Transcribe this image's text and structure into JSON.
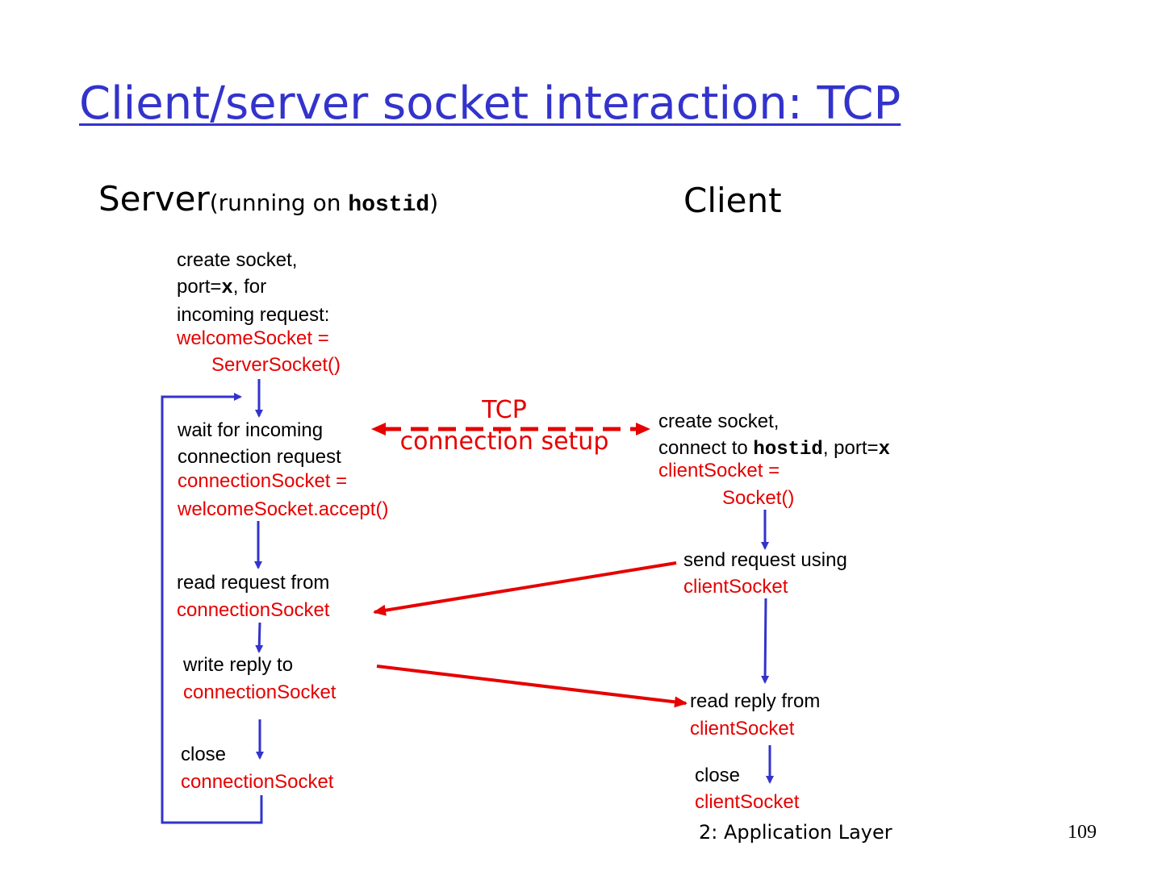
{
  "title": "Client/server socket interaction: TCP",
  "server_header": {
    "label": "Server",
    "running_on": "(running on ",
    "host": "hostid",
    "close_paren": ")"
  },
  "client_header": "Client",
  "server_steps": {
    "create": {
      "line1": "create socket,",
      "line2a": "port=",
      "line2b": "x",
      "line2c": ", for",
      "line3": "incoming request:",
      "code1": "welcomeSocket =",
      "code2": "ServerSocket()"
    },
    "wait": {
      "line1": "wait for incoming",
      "line2": "connection request",
      "code1": "connectionSocket =",
      "code2": "welcomeSocket.accept()"
    },
    "read": {
      "line1": "read request from",
      "code": "connectionSocket"
    },
    "write": {
      "line1": "write reply to",
      "code": "connectionSocket"
    },
    "close": {
      "line1": "close",
      "code": "connectionSocket"
    }
  },
  "client_steps": {
    "create": {
      "line1": "create socket,",
      "line2a": "connect to ",
      "line2b": "hostid",
      "line2c": ", port=",
      "line2d": "x",
      "code1": "clientSocket =",
      "code2": "Socket()"
    },
    "send": {
      "line1": "send request using",
      "code": "clientSocket"
    },
    "read": {
      "line1": "read reply from",
      "code": "clientSocket"
    },
    "close": {
      "line1": "close",
      "code": "clientSocket"
    }
  },
  "tcp_label": {
    "line1": "TCP",
    "line2": "connection setup"
  },
  "footer": {
    "chapter": "2: Application Layer",
    "page": "109"
  },
  "colors": {
    "title": "#3333cc",
    "flow_arrow": "#3333cc",
    "message_arrow": "#e60000",
    "code": "#e60000"
  }
}
